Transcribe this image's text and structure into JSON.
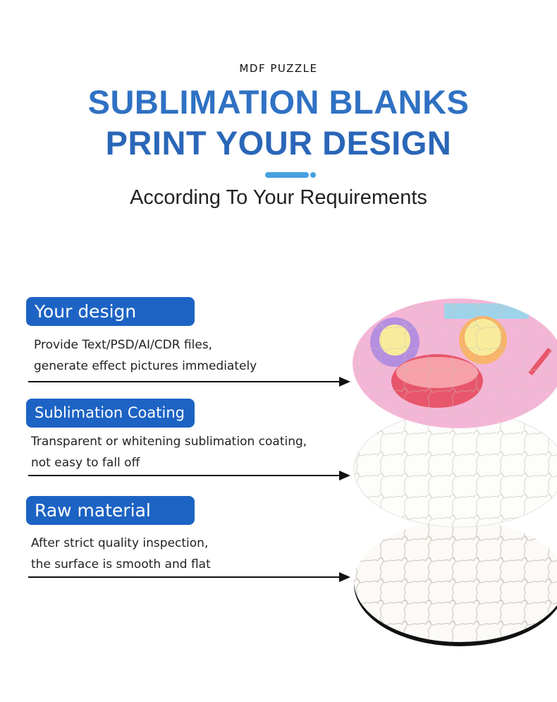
{
  "header": {
    "kicker": "MDF PUZZLE",
    "title_line1": "SUBLIMATION BLANKS",
    "title_line2": "PRINT YOUR DESIGN",
    "subtitle": "According To Your Requirements"
  },
  "layers": [
    {
      "label": "Your design",
      "desc_line1": "Provide Text/PSD/AI/CDR files,",
      "desc_line2": "generate effect pictures immediately"
    },
    {
      "label": "Sublimation Coating",
      "desc_line1": "Transparent or whitening sublimation coating,",
      "desc_line2": "not easy to fall off"
    },
    {
      "label": "Raw material",
      "desc_line1": "After strict quality inspection,",
      "desc_line2": "the surface is smooth and flat"
    }
  ],
  "colors": {
    "title": "#2f71c3",
    "pill": "#1d63c4",
    "accent": "#45a0e0",
    "print": "#f4b6d6"
  }
}
